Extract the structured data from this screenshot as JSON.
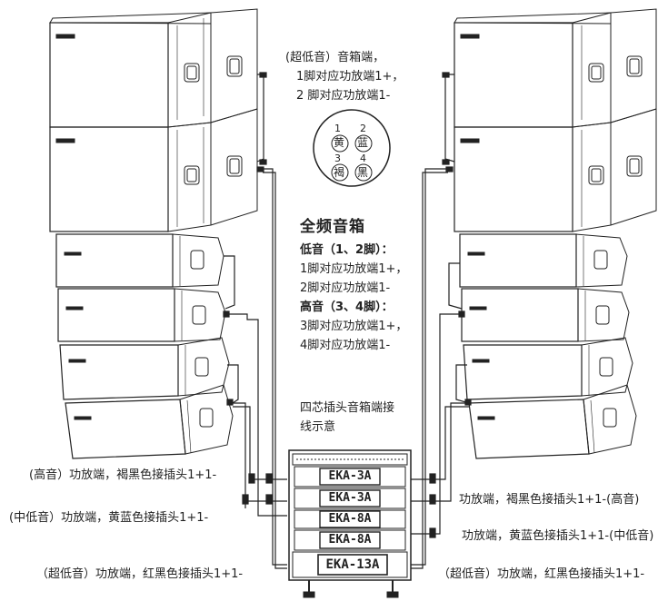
{
  "notes": {
    "sub_title": "(超低音）音箱端，",
    "sub_line1": "1脚对应功放端1+，",
    "sub_line2": "2 脚对应功放端1-",
    "full_title": "全频音箱",
    "low_title": "低音（1、2脚）：",
    "low_line1": "1脚对应功放端1+，",
    "low_line2": "2脚对应功放端1-",
    "high_title": "高音（3、4脚）：",
    "high_line1": "3脚对应功放端1+，",
    "high_line2": "4脚对应功放端1-",
    "caption_line1": "四芯插头音箱端接",
    "caption_line2": "线示意"
  },
  "connector": {
    "pins": [
      {
        "num": "1",
        "color": "黄"
      },
      {
        "num": "2",
        "color": "蓝"
      },
      {
        "num": "3",
        "color": "褐"
      },
      {
        "num": "4",
        "color": "黑"
      }
    ]
  },
  "labels_left": {
    "high": "(高音）功放端，褐黑色接插头1+1-",
    "midlow": "(中低音）功放端，黄蓝色接插头1+1-",
    "sub": "（超低音）功放端，红黑色接插头1+1-"
  },
  "labels_right": {
    "high": "功放端，褐黑色接插头1+1-(高音)",
    "midlow": "功放端，黄蓝色接插头1+1-(中低音)",
    "sub": "（超低音）功放端，红黑色接插头1+1-"
  },
  "rack": {
    "units": [
      "EKA-3A",
      "EKA-3A",
      "EKA-8A",
      "EKA-8A",
      "EKA-13A"
    ]
  }
}
